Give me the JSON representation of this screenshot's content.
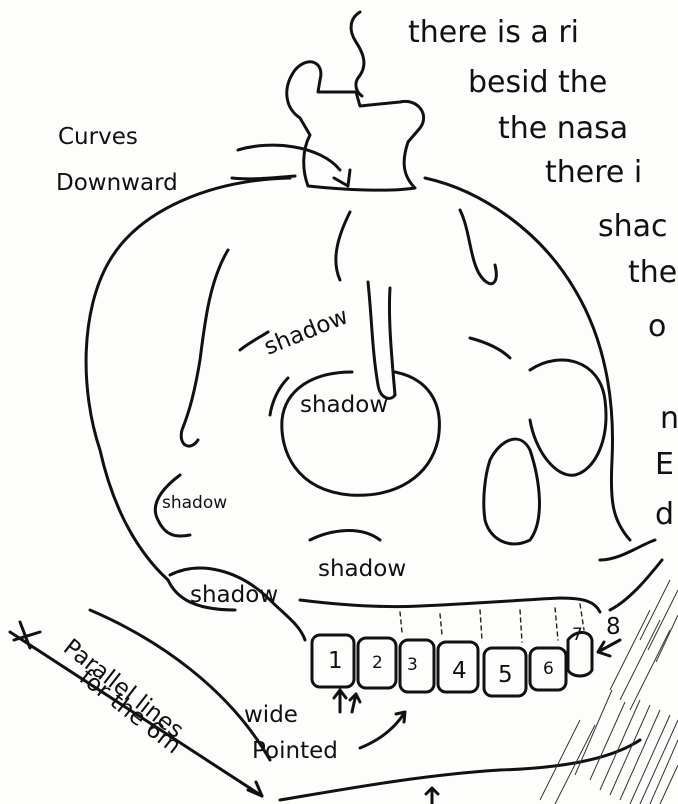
{
  "notes": {
    "line1": "there is a ri",
    "line2": "besid the",
    "line3": "the nasa",
    "line4": "there i",
    "line5": "shac",
    "line6": "the",
    "line7": "o",
    "line8": "n",
    "line9": "E",
    "line10": "d"
  },
  "labels": {
    "curves": "Curves",
    "downward": "Downward",
    "shadow_forehead": "shadow",
    "shadow_eye": "shadow",
    "shadow_left_cheek": "shadow",
    "shadow_center": "shadow",
    "shadow_jaw": "shadow",
    "wide": "wide",
    "pointed": "Pointed",
    "parallel_1": "Parallel lines",
    "parallel_2": "for the 6m"
  },
  "teeth": [
    "1",
    "2",
    "3",
    "4",
    "5",
    "6",
    "7",
    "8"
  ]
}
